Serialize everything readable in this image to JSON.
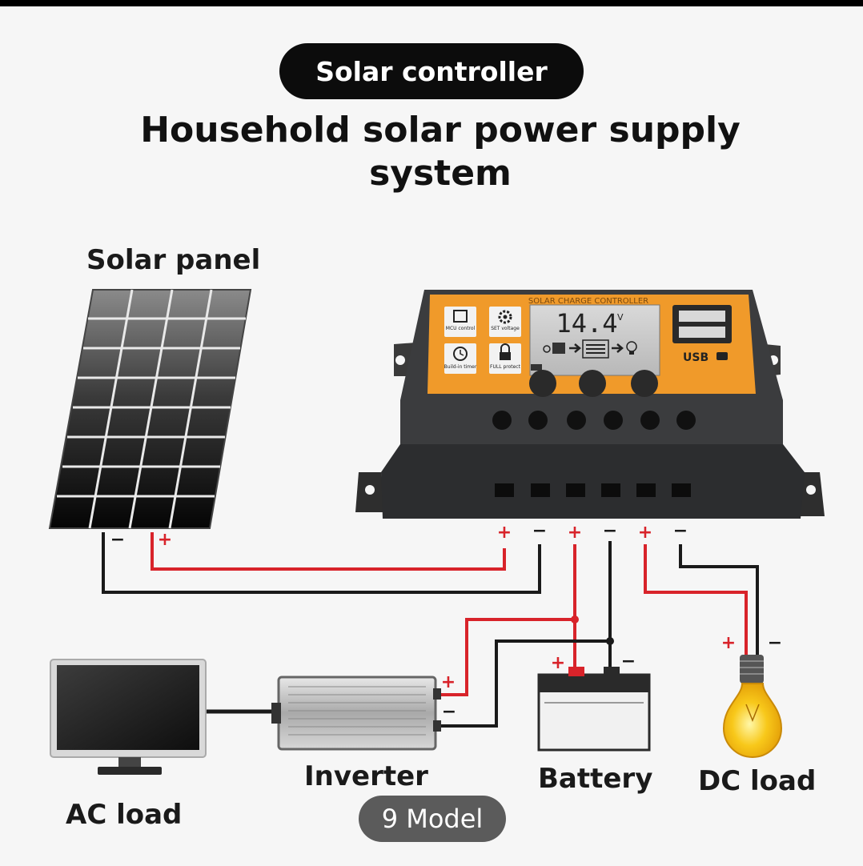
{
  "header": {
    "pill_label": "Solar controller",
    "title_line1": "Household solar power supply",
    "title_line2": "system"
  },
  "labels": {
    "solar_panel": "Solar panel",
    "ac_load": "AC load",
    "inverter": "Inverter",
    "battery": "Battery",
    "dc_load": "DC load"
  },
  "controller": {
    "brand_text": "SOLAR CHARGE CONTROLLER",
    "display_value": "14.4",
    "display_unit": "V",
    "btn_mcu": "MCU control",
    "btn_set": "SET voltage",
    "btn_timer": "Build-in timer",
    "btn_protect": "FULL protect",
    "usb_label": "USB"
  },
  "polarity": {
    "plus": "+",
    "minus": "−"
  },
  "badge": {
    "model": "9 Model"
  },
  "colors": {
    "positive_wire": "#d8232a",
    "negative_wire": "#1a1a1a",
    "controller_accent": "#f09a2a"
  }
}
